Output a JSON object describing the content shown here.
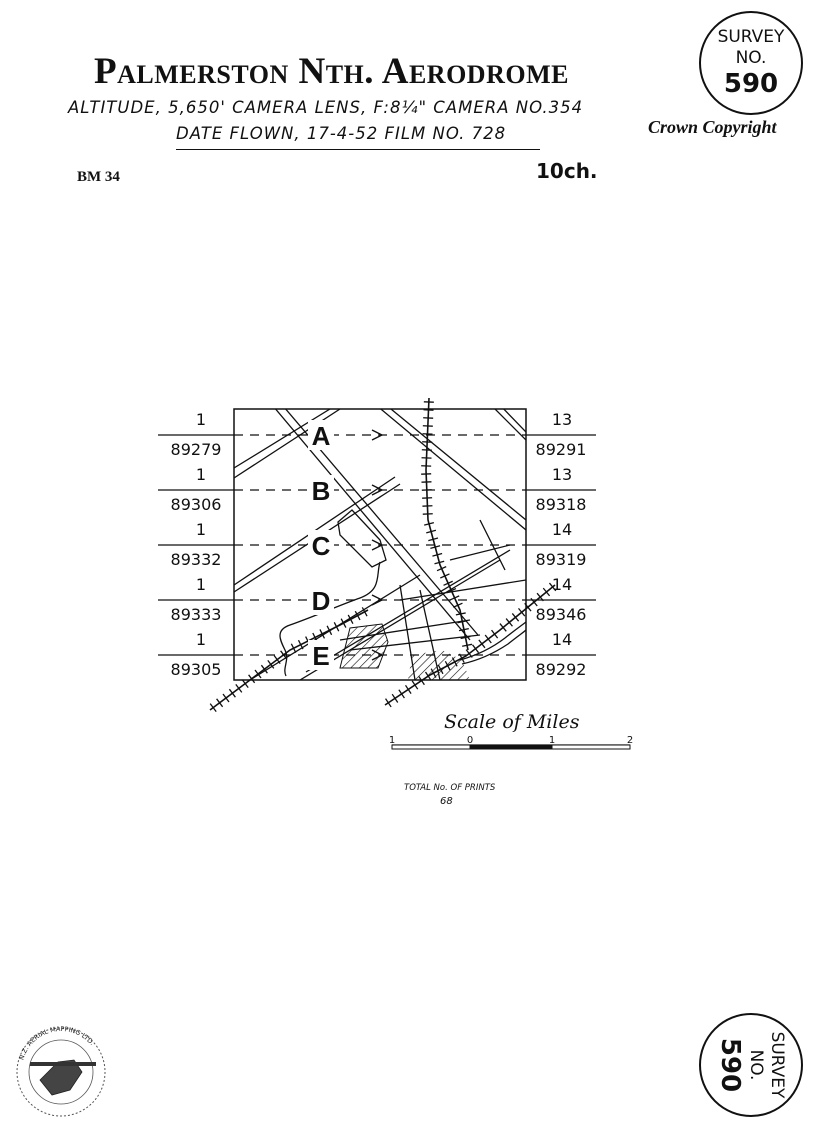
{
  "header": {
    "title": "Palmerston Nth. Aerodrome",
    "altitude_line": "ALTITUDE, 5,650'  CAMERA LENS, F:8¼\"  CAMERA NO.354",
    "date_line": "DATE FLOWN, 17-4-52   FILM NO. 728",
    "map_scale": "10ch.",
    "benchmark": "BM 34",
    "copyright": "Crown Copyright"
  },
  "survey_seal": {
    "word1": "SURVEY",
    "word2": "NO.",
    "number": "590"
  },
  "flight_strips": [
    {
      "letter": "A",
      "left_top": "1",
      "left_bottom": "89279",
      "right_top": "13",
      "right_bottom": "89291"
    },
    {
      "letter": "B",
      "left_top": "1",
      "left_bottom": "89306",
      "right_top": "13",
      "right_bottom": "89318"
    },
    {
      "letter": "C",
      "left_top": "1",
      "left_bottom": "89332",
      "right_top": "14",
      "right_bottom": "89319"
    },
    {
      "letter": "D",
      "left_top": "1",
      "left_bottom": "89333",
      "right_top": "14",
      "right_bottom": "89346"
    },
    {
      "letter": "E",
      "left_top": "1",
      "left_bottom": "89305",
      "right_top": "14",
      "right_bottom": "89292"
    }
  ],
  "scale_bar": {
    "title": "Scale of Miles",
    "ticks": [
      "1",
      "0",
      "1",
      "2"
    ]
  },
  "prints_note": {
    "label": "TOTAL No. OF PRINTS",
    "count": "68"
  },
  "logo": {
    "text": "N.Z. AERIAL MAPPING LTD."
  }
}
